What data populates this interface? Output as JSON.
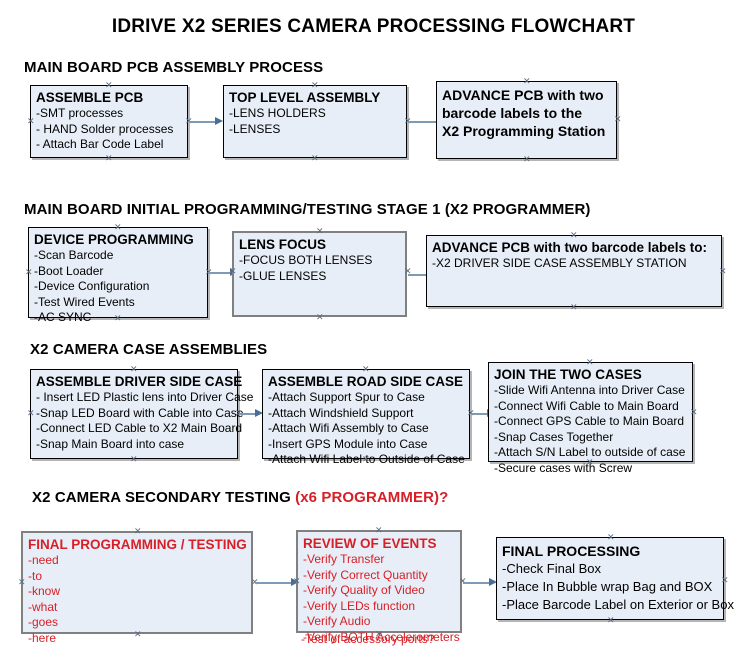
{
  "document": {
    "title": "IDRIVE X2  SERIES CAMERA PROCESSING FLOWCHART",
    "colors": {
      "node_fill": "#e8eef7",
      "node_border": "#000000",
      "arrow": "#4a6f96",
      "accent_red": "#d61f26",
      "text": "#000000"
    }
  },
  "sections": [
    {
      "id": "pcb-assembly",
      "heading": "MAIN BOARD PCB ASSEMBLY PROCESS",
      "heading_accent": "",
      "nodes": [
        {
          "id": "assemble-pcb",
          "title": "ASSEMBLE PCB",
          "lines": [
            "-SMT processes",
            "- HAND Solder processes",
            "- Attach Bar Code Label"
          ]
        },
        {
          "id": "top-level-assembly",
          "title": "TOP LEVEL ASSEMBLY",
          "lines": [
            "-LENS HOLDERS",
            "-LENSES"
          ]
        },
        {
          "id": "advance-pcb-programming",
          "title": "ADVANCE PCB with two",
          "lines": [
            "barcode labels to the",
            " X2 Programming Station"
          ]
        }
      ]
    },
    {
      "id": "initial-programming",
      "heading": "MAIN BOARD INITIAL PROGRAMMING/TESTING STAGE 1 (X2 PROGRAMMER)",
      "heading_accent": "",
      "nodes": [
        {
          "id": "device-programming",
          "title": "DEVICE PROGRAMMING",
          "lines": [
            "-Scan Barcode",
            "-Boot Loader",
            "-Device Configuration",
            "-Test Wired Events",
            "-AC SYNC"
          ]
        },
        {
          "id": "lens-focus",
          "title": "LENS FOCUS",
          "lines": [
            "-FOCUS BOTH LENSES",
            "-GLUE LENSES"
          ]
        },
        {
          "id": "advance-pcb-driver-side",
          "title": "ADVANCE PCB with two barcode labels to:",
          "lines": [
            "-X2 DRIVER  SIDE  CASE  ASSEMBLY STATION"
          ]
        }
      ]
    },
    {
      "id": "case-assemblies",
      "heading": "X2 CAMERA CASE ASSEMBLIES",
      "heading_accent": "",
      "nodes": [
        {
          "id": "assemble-driver-side-case",
          "title": "ASSEMBLE DRIVER SIDE CASE",
          "lines": [
            "- Insert LED Plastic lens into Driver Case",
            "-Snap LED Board with Cable into Case",
            "-Connect LED Cable to X2 Main Board",
            "-Snap Main Board into case"
          ]
        },
        {
          "id": "assemble-road-side-case",
          "title": "ASSEMBLE ROAD SIDE CASE",
          "lines": [
            "-Attach Support Spur to Case",
            "-Attach Windshield Support",
            "-Attach Wifi Assembly to Case",
            "-Insert GPS Module into Case",
            "-Attach Wifi Label to Outside of Case"
          ]
        },
        {
          "id": "join-the-two-cases",
          "title": "JOIN THE TWO CASES",
          "lines": [
            "-Slide Wifi Antenna into Driver Case",
            "-Connect Wifi Cable to Main Board",
            "-Connect GPS Cable to Main Board",
            "-Snap Cases Together",
            "-Attach S/N Label to outside of case",
            "-Secure cases with Screw"
          ]
        }
      ]
    },
    {
      "id": "secondary-testing",
      "heading": "X2 CAMERA SECONDARY TESTING ",
      "heading_accent": "(x6 PROGRAMMER)?",
      "nodes": [
        {
          "id": "final-programming-testing",
          "title": "FINAL PROGRAMMING / TESTING",
          "lines": [
            "-need",
            "-to",
            "-know",
            "-what",
            "-goes",
            "-here"
          ]
        },
        {
          "id": "review-of-events",
          "title": "REVIEW OF EVENTS",
          "lines": [
            "-Verify Transfer",
            "-Verify Correct Quantity",
            "-Verify Quality of Video",
            "-Verify LEDs function",
            "-Verify Audio",
            "-Verify BOTH Accelerometers"
          ],
          "overflow_line": "-Test of accessory ports?"
        },
        {
          "id": "final-processing",
          "title": "FINAL PROCESSING",
          "lines": [
            " -Check Final Box",
            "-Place In Bubble wrap Bag and BOX",
            "-Place Barcode Label on Exterior or Box"
          ]
        }
      ]
    }
  ]
}
